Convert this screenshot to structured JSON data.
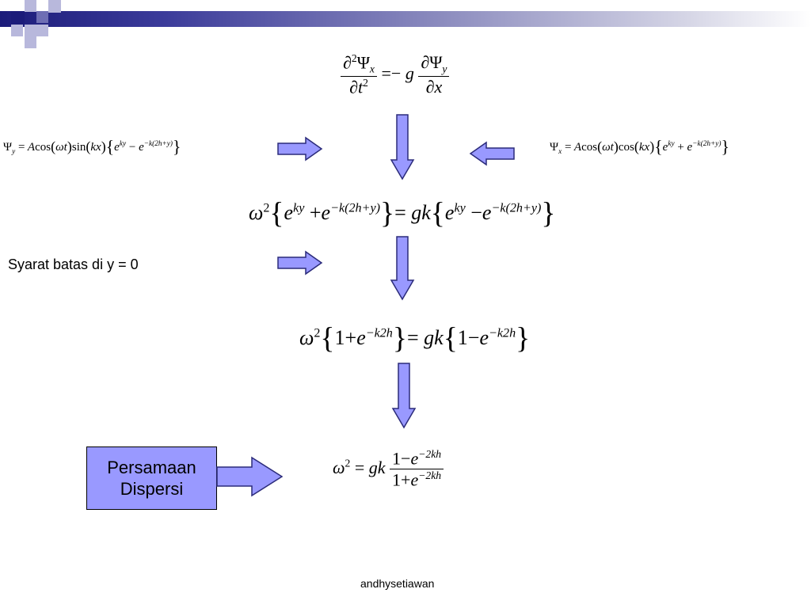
{
  "condition_label": "Syarat batas di y = 0",
  "box": {
    "line1": "Persamaan",
    "line2": "Dispersi"
  },
  "footer": "andhysetiawan",
  "colors": {
    "arrow_fill": "#9999ff",
    "arrow_stroke": "#2b2b7a",
    "header_dark": "#1c1c7a"
  },
  "equations": {
    "eq_top": "∂²Ψx/∂t² = − g ∂Ψy/∂x",
    "eq_psi_y": "Ψy = A cos(ωt) sin(kx){e^(ky) − e^(−k(2h+y))}",
    "eq_psi_x": "Ψx = A cos(ωt) cos(kx){e^(ky) + e^(−k(2h+y))}",
    "eq_middle": "ω²{e^(ky) + e^(−k(2h+y))} = gk{e^(ky) − e^(−k(2h+y))}",
    "eq_boundary": "ω²{1 + e^(−k2h)} = gk{1 − e^(−k2h)}",
    "eq_dispersion": "ω² = gk (1 − e^(−2kh))/(1 + e^(−2kh))"
  }
}
